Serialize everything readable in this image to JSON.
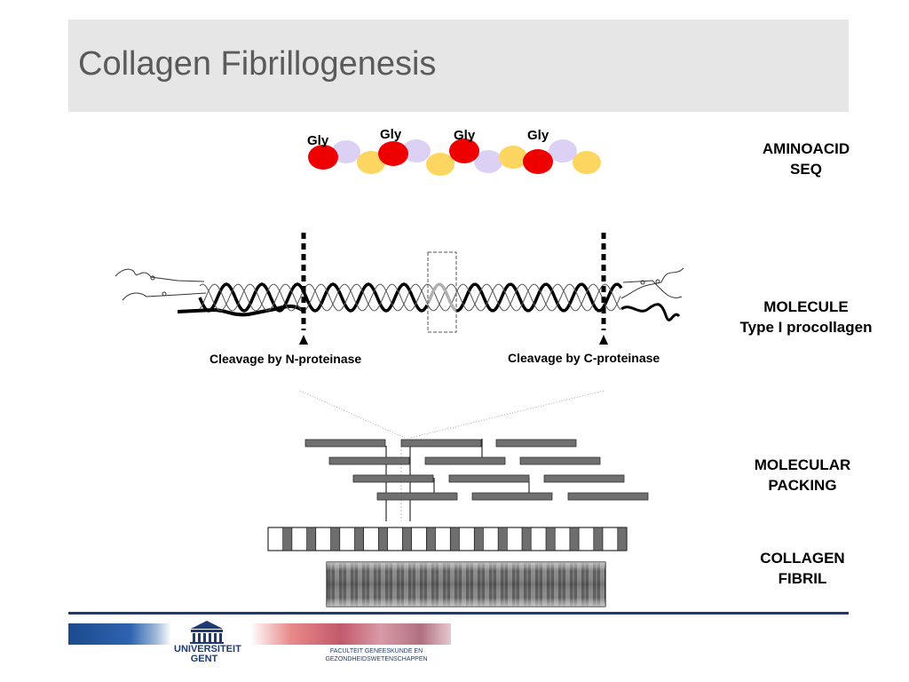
{
  "slide": {
    "title": "Collagen Fibrillogenesis"
  },
  "aminoacid": {
    "gly_labels": [
      "Gly",
      "Gly",
      "Gly",
      "Gly"
    ],
    "label_line1": "AMINOACID",
    "label_line2": "SEQ",
    "colors": {
      "gly": "#ee0000",
      "x": "#ddd0f5",
      "y": "#fcd660"
    }
  },
  "molecule": {
    "label_line1": "MOLECULE",
    "label_line2": "Type I procollagen",
    "cleavage_n": "Cleavage by N-proteinase",
    "cleavage_c": "Cleavage by C-proteinase"
  },
  "packing": {
    "label_line1": "MOLECULAR",
    "label_line2": "PACKING"
  },
  "fibril": {
    "label_line1": "COLLAGEN",
    "label_line2": "FIBRIL"
  },
  "footer": {
    "university_line1": "UNIVERSITEIT",
    "university_line2": "GENT",
    "faculty_line1": "FACULTEIT GENEESKUNDE EN",
    "faculty_line2": "GEZONDHEIDSWETENSCHAPPEN",
    "brand_color": "#1f3b73"
  }
}
